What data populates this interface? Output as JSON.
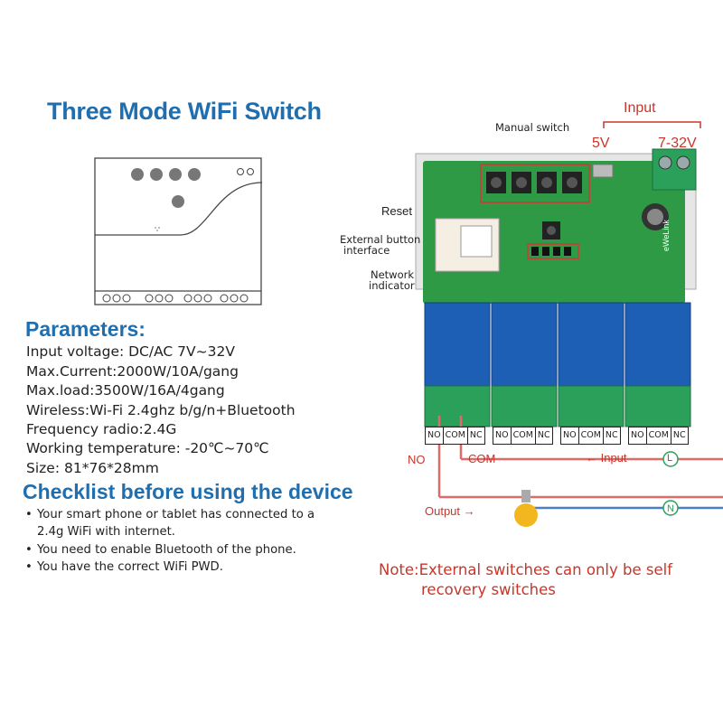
{
  "title": "Three Mode WiFi Switch",
  "parameters_heading": "Parameters:",
  "parameters": [
    "Input voltage:  DC/AC 7V~32V",
    "Max.Current:2000W/10A/gang",
    "Max.load:3500W/16A/4gang",
    "Wireless:Wi-Fi 2.4ghz b/g/n+Bluetooth",
    "Frequency radio:2.4G",
    "Working temperature: -20℃~70℃",
    "Size: 81*76*28mm"
  ],
  "checklist_heading": "Checklist before using the device",
  "checklist": [
    "Your smart phone or tablet has connected to a",
    "2.4g WiFi with internet.",
    "You need to enable Bluetooth of the phone.",
    "You have the correct WiFi PWD."
  ],
  "diagram": {
    "input_label": "Input",
    "v5_label": "5V",
    "v7_32_label": "7-32V",
    "manual_switch_label": "Manual switch",
    "reset_label": "Reset",
    "external_button_label_1": "External button",
    "external_button_label_2": "interface",
    "network_label_1": "Network",
    "network_label_2": "indicator",
    "pcb_brand": "eWeLink",
    "terminal_groups": [
      [
        "NO",
        "COM",
        "NC"
      ],
      [
        "NO",
        "COM",
        "NC"
      ],
      [
        "NO",
        "COM",
        "NC"
      ],
      [
        "NO",
        "COM",
        "NC"
      ]
    ],
    "terminal_L": "L",
    "terminal_N": "N",
    "no_label": "NO",
    "com_label": "COM",
    "input_arrow_label": "← Input",
    "output_label": "Output →",
    "note_line1": "Note:External switches can only be self",
    "note_line2": "recovery switches"
  },
  "colors": {
    "title_blue": "#1f6fb0",
    "note_red": "#c8362a",
    "pcb_green": "#2f9a46",
    "relay_blue": "#1d5fb4",
    "wire_red": "#e06a6a",
    "wire_blue": "#4a7fc8"
  }
}
